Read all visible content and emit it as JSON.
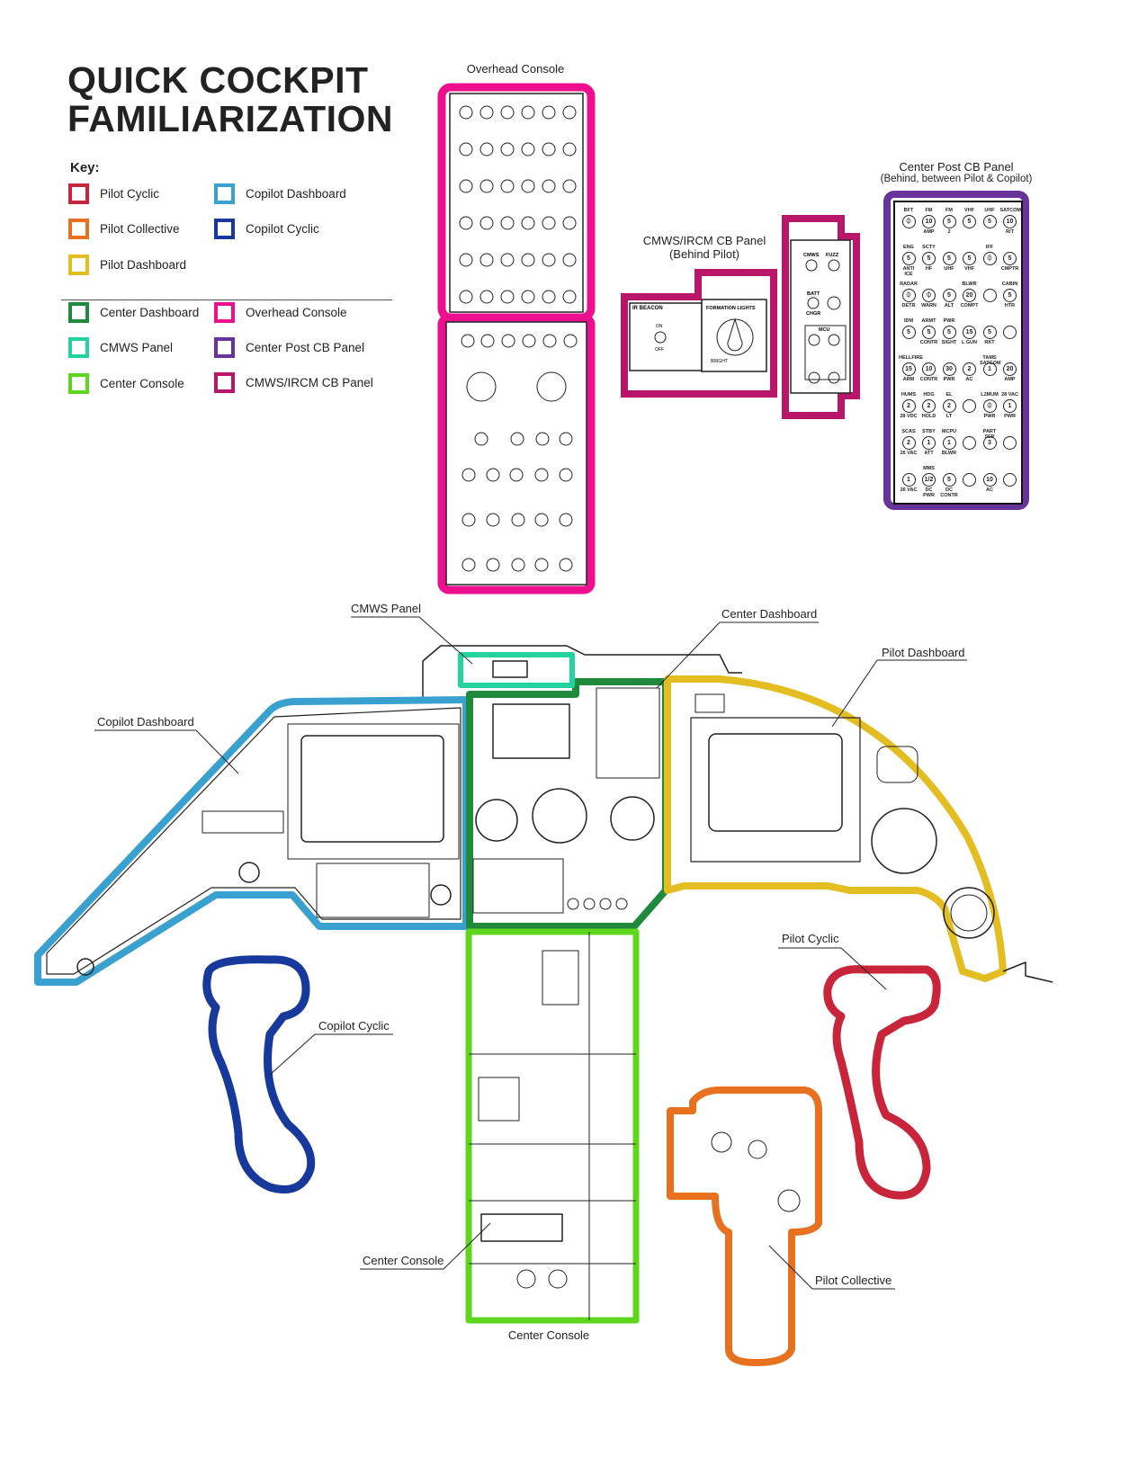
{
  "title": [
    "QUICK COCKPIT",
    "FAMILIARIZATION"
  ],
  "key": {
    "heading": "Key:",
    "items": [
      {
        "label": "Pilot Cyclic",
        "color": "#c8243a"
      },
      {
        "label": "Pilot Collective",
        "color": "#e8711f"
      },
      {
        "label": "Pilot Dashboard",
        "color": "#e3bd22"
      },
      {
        "label": "Copilot Dashboard",
        "color": "#3aa0cf"
      },
      {
        "label": "Copilot Cyclic",
        "color": "#17399c"
      },
      {
        "label": "Center Dashboard",
        "color": "#1f8a3c"
      },
      {
        "label": "CMWS Panel",
        "color": "#22d3a0"
      },
      {
        "label": "Center Console",
        "color": "#5fd61e"
      },
      {
        "label": "Overhead Console",
        "color": "#ee0f8f"
      },
      {
        "label": "Center Post CB Panel",
        "color": "#68349a"
      },
      {
        "label": "CMWS/IRCM CB Panel",
        "color": "#b81769"
      }
    ]
  },
  "labels": {
    "overhead": "Overhead Console",
    "cmws_ircm": "CMWS/IRCM CB Panel",
    "cmws_ircm_sub": "(Behind Pilot)",
    "center_post": "Center Post CB Panel",
    "center_post_sub": "(Behind, between Pilot & Copilot)",
    "cmws_panel": "CMWS Panel",
    "center_dashboard": "Center Dashboard",
    "pilot_dashboard": "Pilot Dashboard",
    "copilot_dashboard": "Copilot Dashboard",
    "pilot_cyclic": "Pilot Cyclic",
    "copilot_cyclic": "Copilot Cyclic",
    "center_console_left": "Center Console",
    "center_console_bottom": "Center Console",
    "pilot_collective": "Pilot Collective"
  },
  "ircm_panel": {
    "ir_beacon": "IR BEACON",
    "on": "ON",
    "off": "OFF",
    "formation_lights": "FORMATION LIGHTS",
    "bright": "BRIGHT",
    "cmws": "CMWS",
    "fuzz": "FUZZ",
    "batt": "BATT",
    "chgr": "CHGR",
    "mcu": "MCU"
  },
  "center_post_rows": [
    [
      {
        "t": "BFT",
        "v": "T",
        "b": ""
      },
      {
        "t": "FM",
        "v": "10",
        "b": "AMP"
      },
      {
        "t": "FM",
        "v": "5",
        "b": "2"
      },
      {
        "t": "VHF",
        "v": "5",
        "b": ""
      },
      {
        "t": "UHF",
        "v": "5",
        "b": ""
      },
      {
        "t": "SATCOM",
        "v": "10",
        "b": "R/T"
      }
    ],
    [
      {
        "t": "ENG",
        "v": "5",
        "b": "ANTI ICE"
      },
      {
        "t": "SCTY",
        "v": "5",
        "b": "HF"
      },
      {
        "t": "",
        "v": "5",
        "b": "UHF"
      },
      {
        "t": "",
        "v": "5",
        "b": "VHF"
      },
      {
        "t": "IFF",
        "v": "T",
        "b": ""
      },
      {
        "t": "",
        "v": "5",
        "b": "CMPTR"
      }
    ],
    [
      {
        "t": "RADAR",
        "v": "T",
        "b": "DETR"
      },
      {
        "t": "",
        "v": "T",
        "b": "WARN"
      },
      {
        "t": "",
        "v": "5",
        "b": "ALT"
      },
      {
        "t": "BLWR",
        "v": "20",
        "b": "COMPT"
      },
      {
        "t": "",
        "v": "",
        "b": ""
      },
      {
        "t": "CABIN",
        "v": "5",
        "b": "HTR"
      }
    ],
    [
      {
        "t": "IDM",
        "v": "5",
        "b": ""
      },
      {
        "t": "ARMT",
        "v": "5",
        "b": "CONTR"
      },
      {
        "t": "PWR",
        "v": "5",
        "b": "SIGHT"
      },
      {
        "t": "",
        "v": "15",
        "b": "L GUN"
      },
      {
        "t": "",
        "v": "5",
        "b": "RKT"
      },
      {
        "t": "",
        "v": "",
        "b": ""
      }
    ],
    [
      {
        "t": "HELLFIRE",
        "v": "15",
        "b": "ARM"
      },
      {
        "t": "",
        "v": "10",
        "b": "CONTR"
      },
      {
        "t": "",
        "v": "30",
        "b": "PWR"
      },
      {
        "t": "",
        "v": "2",
        "b": "AC"
      },
      {
        "t": "TAMS SATCOM",
        "v": "1",
        "b": ""
      },
      {
        "t": "",
        "v": "20",
        "b": "AMP"
      }
    ],
    [
      {
        "t": "HUMS",
        "v": "2",
        "b": "28 VDC"
      },
      {
        "t": "HDG",
        "v": "2",
        "b": "HOLD"
      },
      {
        "t": "EL",
        "v": "2",
        "b": "LT"
      },
      {
        "t": "",
        "v": "",
        "b": ""
      },
      {
        "t": "L2MUM",
        "v": "T",
        "b": "PWR"
      },
      {
        "t": "28 VAC",
        "v": "1",
        "b": "PWR"
      }
    ],
    [
      {
        "t": "SCAS",
        "v": "2",
        "b": "26 VAC"
      },
      {
        "t": "STBY",
        "v": "1",
        "b": "ATT"
      },
      {
        "t": "MCPU",
        "v": "1",
        "b": "BLWR"
      },
      {
        "t": "",
        "v": "",
        "b": ""
      },
      {
        "t": "PART SEP",
        "v": "3",
        "b": ""
      },
      {
        "t": "",
        "v": "",
        "b": ""
      }
    ],
    [
      {
        "t": "",
        "v": "1",
        "b": "26 VAC"
      },
      {
        "t": "MMS",
        "v": "1/2",
        "b": "DC PWR"
      },
      {
        "t": "",
        "v": "5",
        "b": "DC CONTR"
      },
      {
        "t": "",
        "v": "",
        "b": ""
      },
      {
        "t": "",
        "v": "10",
        "b": "AC"
      },
      {
        "t": "",
        "v": "",
        "b": ""
      }
    ]
  ]
}
